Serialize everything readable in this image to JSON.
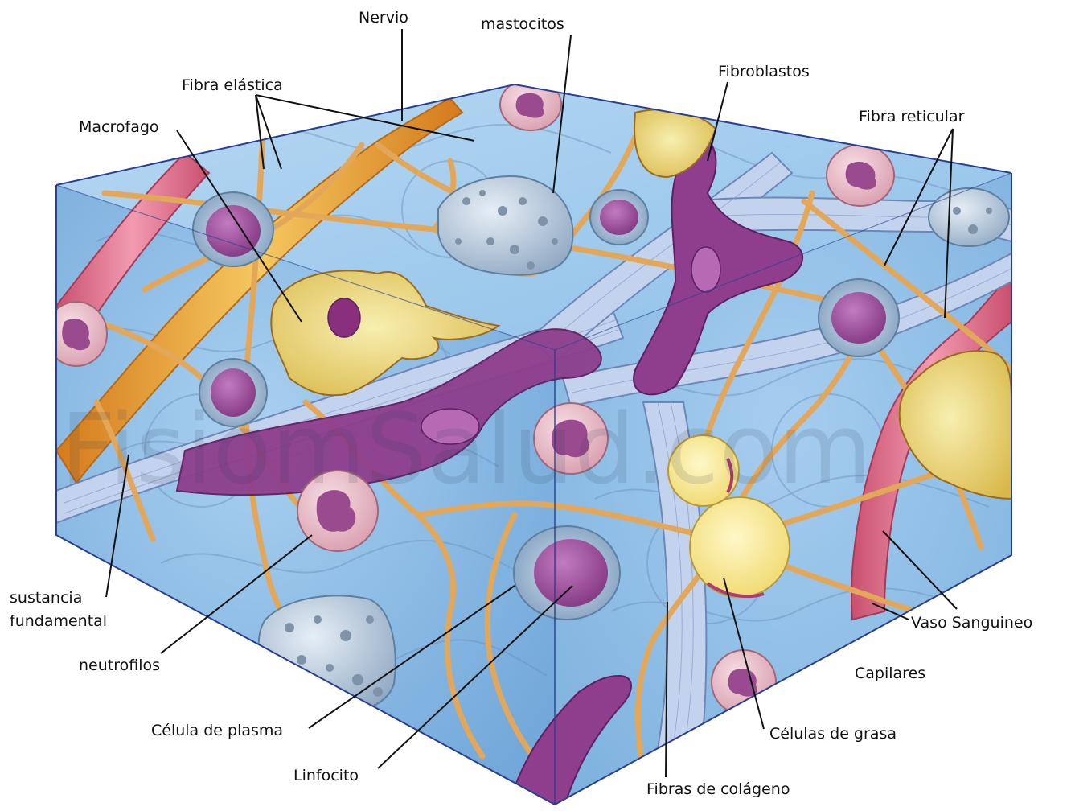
{
  "watermark": "FisiomSalud.com",
  "labels": {
    "nervio": "Nervio",
    "mastocitos": "mastocitos",
    "fibra_elastica": "Fibra elástica",
    "fibroblastos": "Fibroblastos",
    "macrofago": "Macrofago",
    "fibra_reticular": "Fibra reticular",
    "sustancia_1": "sustancia",
    "sustancia_2": "fundamental",
    "neutrofilos": "neutrofilos",
    "celula_plasma": "Célula de plasma",
    "linfocito": "Linfocito",
    "fibras_colageno": "Fibras de colágeno",
    "celulas_grasa": "Células de grasa",
    "capilares": "Capilares",
    "vaso_sanguineo": "Vaso Sanguineo"
  },
  "colors": {
    "ground_substance": "#8fbde6",
    "cube_edge": "#2a3f8f",
    "elastic_fiber": "#e6b062",
    "collagen": "#b6c8e6",
    "fibroblast": "#8a3f86",
    "vessel": "#e67f96",
    "macrophage": "#e8d36a",
    "mast_cell": "#c6d6e6",
    "plasma_cell": "#e6b8c4",
    "fat_cell": "#f4e890",
    "nerve": "#e6a030"
  }
}
